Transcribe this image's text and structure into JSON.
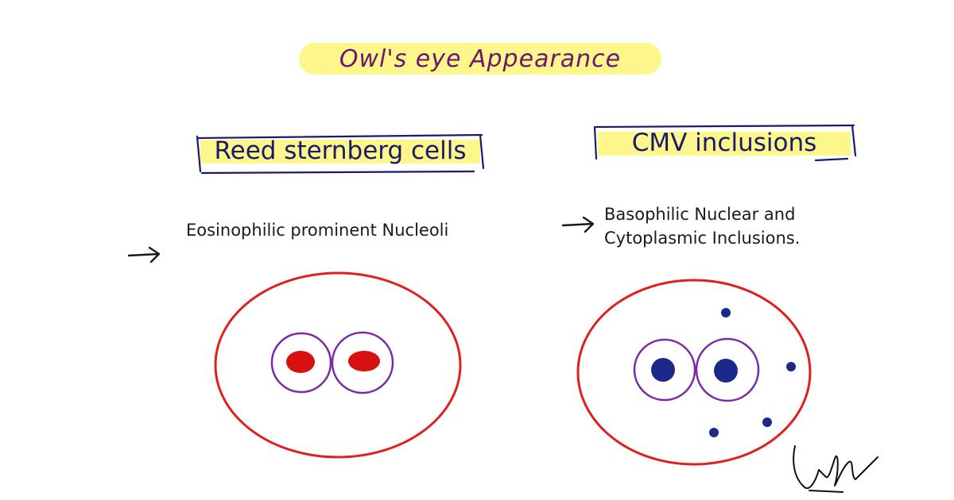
{
  "title": "Owl's eye Appearance",
  "left": {
    "heading": "Reed sternberg cells",
    "description": "Eosinophilic prominent Nucleoli"
  },
  "right": {
    "heading": "CMV inclusions",
    "description_line1": "Basophilic Nuclear and",
    "description_line2": "Cytoplasmic Inclusions."
  },
  "colors": {
    "highlight": "#fdf68a",
    "title_ink": "#6b1670",
    "heading_ink": "#1a1a6a",
    "cell_outline": "#e02020",
    "nucleus_outline": "#7a2aa8",
    "eosinophilic_nucleolus": "#d81010",
    "basophilic_inclusion": "#1b2a8a"
  },
  "icons": [
    "arrow-right-icon",
    "signature-icon"
  ]
}
